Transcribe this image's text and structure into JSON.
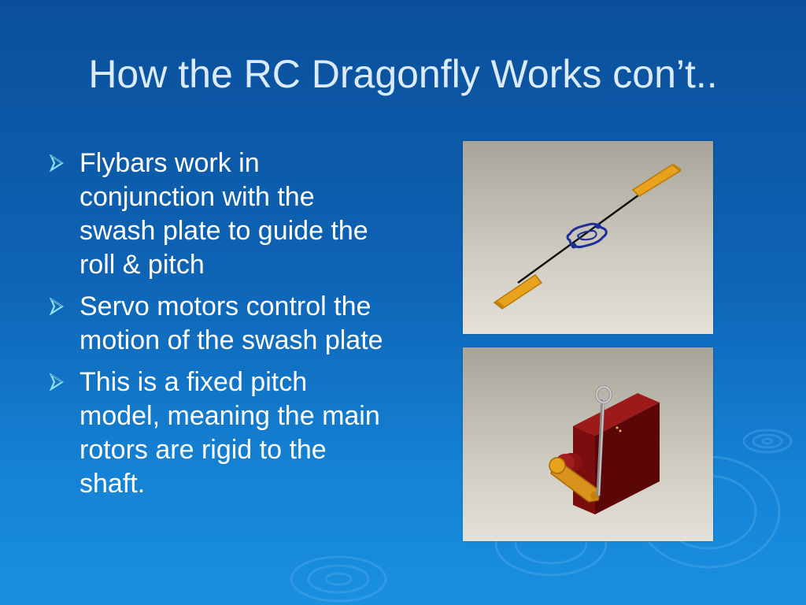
{
  "slide": {
    "title": "How the RC Dragonfly Works con’t..",
    "bullets": [
      "Flybars work in conjunction with the swash plate to guide the roll & pitch",
      "Servo motors control the motion of the swash plate",
      "This is a fixed pitch model, meaning the main rotors are rigid to the shaft."
    ],
    "bullet_icon": "arrow-right-icon",
    "colors": {
      "background_top": "#0a4f9a",
      "background_bottom": "#1a8fe0",
      "title": "#dcebfa",
      "text": "#ffffff",
      "bullet_arrow": "#8fe0f0",
      "rotor_blade": "#e8a21c",
      "swash_plate": "#1f2f9a",
      "servo_body": "#7a0d0d"
    }
  }
}
